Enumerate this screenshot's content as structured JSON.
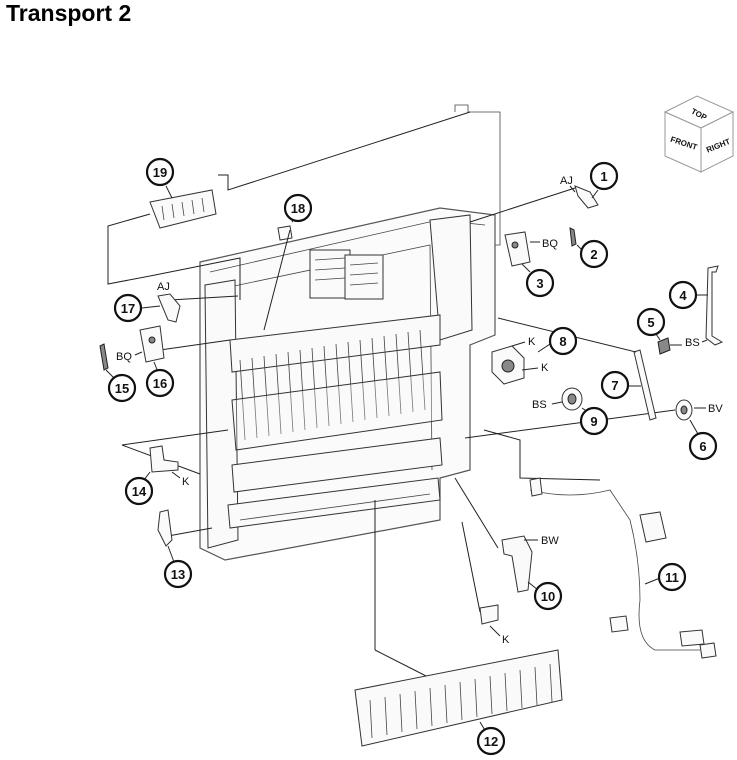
{
  "title": "Transport 2",
  "orientation_cube": {
    "top": "TOP",
    "front": "FRONT",
    "right": "RIGHT"
  },
  "callouts": [
    "1",
    "2",
    "3",
    "4",
    "5",
    "6",
    "7",
    "8",
    "9",
    "10",
    "11",
    "12",
    "13",
    "14",
    "15",
    "16",
    "17",
    "18",
    "19"
  ],
  "codes": {
    "aj": "AJ",
    "bq": "BQ",
    "bs": "BS",
    "bv": "BV",
    "bw": "BW",
    "k": "K"
  }
}
